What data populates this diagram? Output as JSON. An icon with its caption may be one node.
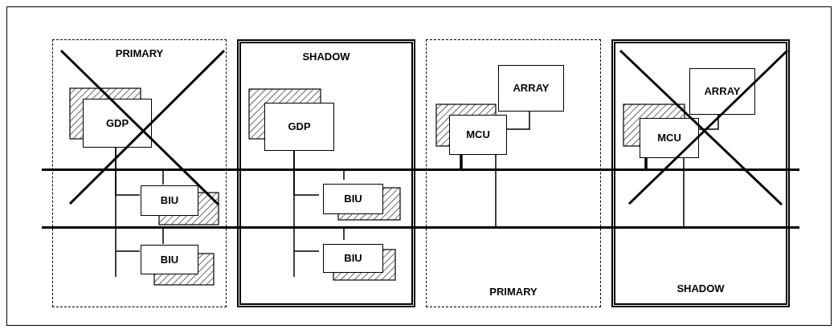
{
  "diagram": {
    "nodes": [
      {
        "text": [
          "PRIMARY"
        ]
      },
      {
        "text": [
          "GDP"
        ],
        "in": 0
      },
      {
        "text": [
          "BIU"
        ],
        "in": 0
      },
      {
        "text": [
          "BIU"
        ],
        "in": 0
      },
      {
        "text": [
          "SHADOW"
        ]
      },
      {
        "text": [
          "GDP"
        ],
        "in": 4
      },
      {
        "text": [
          "BIU"
        ],
        "in": 4
      },
      {
        "text": [
          "BIU"
        ],
        "in": 4
      },
      {
        "text": [
          "PRIMARY"
        ]
      },
      {
        "text": [
          "ARRAY"
        ],
        "in": 8
      },
      {
        "text": [
          "MCU"
        ],
        "in": 8
      },
      {
        "text": [
          "SHADOW"
        ]
      },
      {
        "text": [
          "ARRAY"
        ],
        "in": 11
      },
      {
        "text": [
          "MCU"
        ],
        "in": 11
      },
      {
        "text": [],
        "shape": "bar"
      },
      {
        "text": [],
        "shape": "bar"
      }
    ],
    "edges": [
      {
        "from": 1,
        "to": 2,
        "arrow": "none"
      },
      {
        "from": 1,
        "to": 3,
        "arrow": "none"
      },
      {
        "from": 2,
        "to": 14,
        "arrow": "none"
      },
      {
        "from": 3,
        "to": 15,
        "arrow": "none"
      },
      {
        "from": 5,
        "to": 6,
        "arrow": "none"
      },
      {
        "from": 5,
        "to": 7,
        "arrow": "none"
      },
      {
        "from": 6,
        "to": 14,
        "arrow": "none"
      },
      {
        "from": 7,
        "to": 15,
        "arrow": "none"
      },
      {
        "from": 9,
        "to": 10,
        "arrow": "none"
      },
      {
        "from": 10,
        "to": 14,
        "arrow": "none",
        "style": "thick"
      },
      {
        "from": 10,
        "to": 15,
        "arrow": "none"
      },
      {
        "from": 12,
        "to": 13,
        "arrow": "none"
      },
      {
        "from": 13,
        "to": 14,
        "arrow": "none",
        "style": "thick"
      },
      {
        "from": 13,
        "to": 15,
        "arrow": "none"
      }
    ]
  }
}
